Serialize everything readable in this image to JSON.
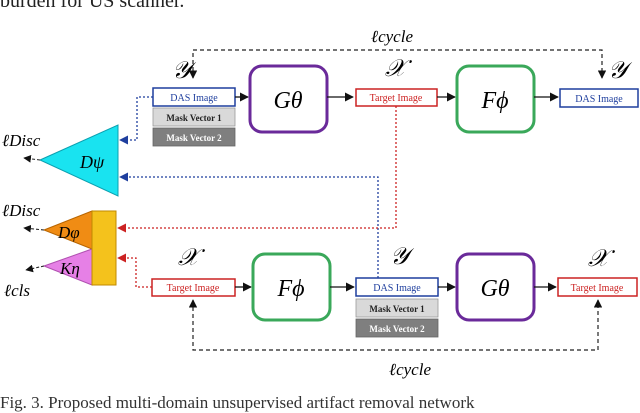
{
  "header_fragment": "burden for US scanner.",
  "caption_fragment": "Fig. 3.  Proposed multi-domain unsupervised artifact removal network",
  "colors": {
    "das_blue": "#1f3f9e",
    "target_red": "#cc2222",
    "gen_purple": "#6a2a9a",
    "gen_green": "#3aa85a",
    "disc_cyan": "#19e3f0",
    "disc_orange": "#f08c14",
    "disc_yellow": "#f4c21c",
    "disc_pink": "#e680e6",
    "mask1_fill": "#d9d9d9",
    "mask2_fill": "#7f7f7f"
  },
  "losses": {
    "cycle_top": "ℓcycle",
    "cycle_bottom": "ℓcycle",
    "disc_top": "ℓDisc",
    "disc_bottom": "ℓDisc",
    "cls": "ℓcls"
  },
  "domains": {
    "Y": "𝒴",
    "X": "𝒳"
  },
  "top_row": {
    "das_box": "DAS Image",
    "mask1": "Mask Vector 1",
    "mask2": "Mask Vector 2",
    "generator": "Gθ",
    "target_box": "Target Image",
    "generator2": "Fϕ",
    "out_box": "DAS Image"
  },
  "bottom_row": {
    "target_box": "Target Image",
    "generator": "Fϕ",
    "das_box": "DAS Image",
    "mask1": "Mask Vector 1",
    "mask2": "Mask Vector 2",
    "generator2": "Gθ",
    "out_box": "Target Image"
  },
  "discriminators": {
    "d_psi": "Dψ",
    "d_phi": "Dφ",
    "k_eta": "Kη"
  }
}
